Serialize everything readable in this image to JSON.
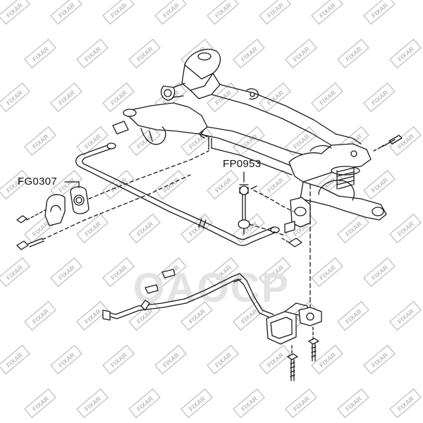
{
  "watermark": {
    "brand": "FIXAR",
    "color": "#bdbdbd"
  },
  "brand_logo": {
    "text": "OAOCP",
    "color": "#e3e3e3"
  },
  "part_labels": [
    {
      "id": "stabilizer-bushing",
      "text": "FG0307"
    },
    {
      "id": "stabilizer-link",
      "text": "FP0953"
    }
  ],
  "line_color": "#1a1a1a"
}
